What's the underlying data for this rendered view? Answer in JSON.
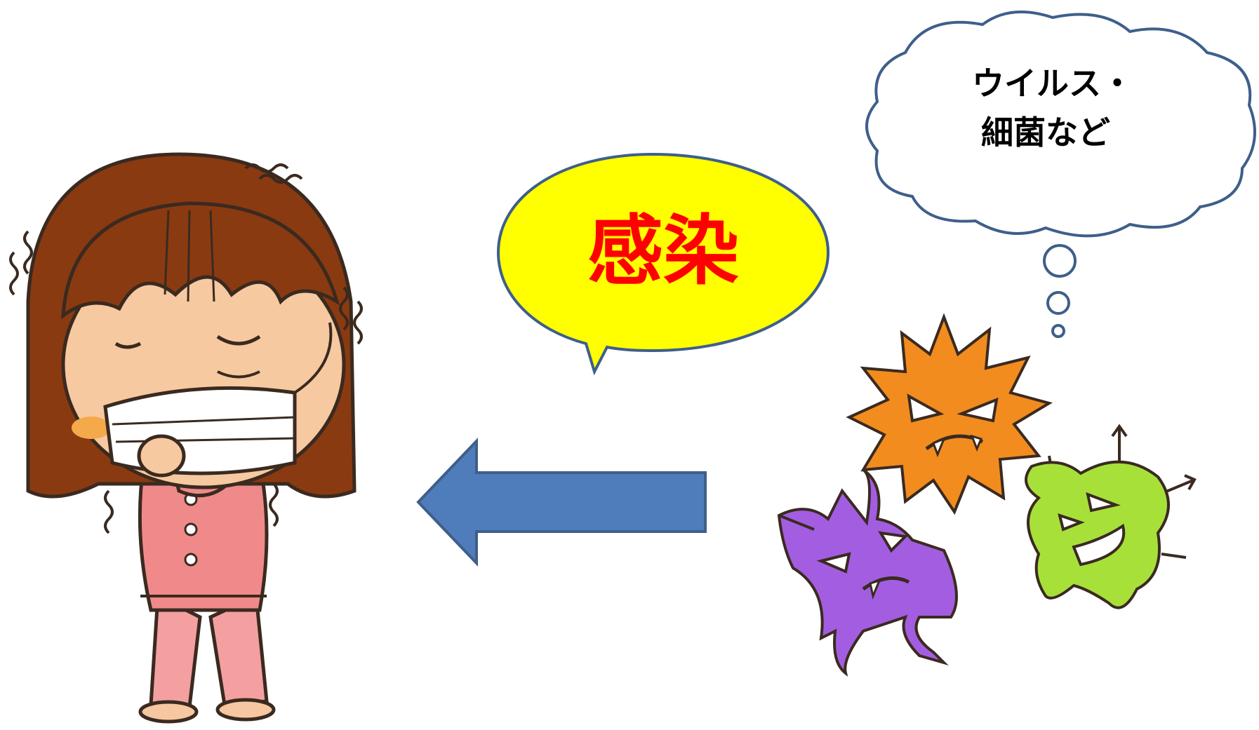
{
  "infection_label": "感染",
  "pathogen_cloud": {
    "line1": "ウイルス・",
    "line2": "細菌など"
  },
  "colors": {
    "bubble_fill": "#ffff00",
    "bubble_text": "#ff0000",
    "outline": "#3e5f8a",
    "arrow_fill": "#4f7dbb",
    "hair": "#8a3a10",
    "pajamas": "#f08a8a",
    "orange_germ": "#f28c1e",
    "purple_germ": "#a35de0",
    "green_germ": "#a8e03a"
  },
  "icons": [
    "sick-girl-icon",
    "orange-germ-icon",
    "purple-germ-icon",
    "green-germ-icon"
  ]
}
